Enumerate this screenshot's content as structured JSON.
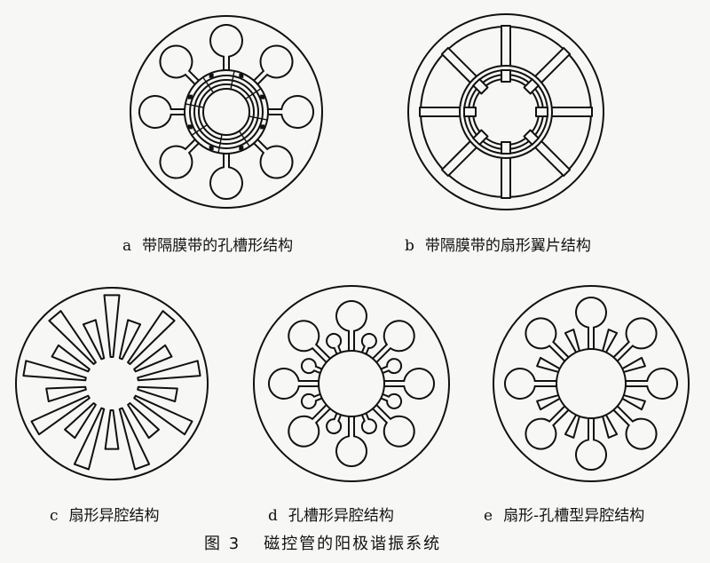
{
  "figure": {
    "label": "图 3",
    "title": "磁控管的阳极谐振系统"
  },
  "panels": [
    {
      "id": "a",
      "letter": "a",
      "caption": "带隔膜带的孔槽形结构"
    },
    {
      "id": "b",
      "letter": "b",
      "caption": "带隔膜带的扇形翼片结构"
    },
    {
      "id": "c",
      "letter": "c",
      "caption": "扇形异腔结构"
    },
    {
      "id": "d",
      "letter": "d",
      "caption": "孔槽形异腔结构"
    },
    {
      "id": "e",
      "letter": "e",
      "caption": "扇形-孔槽型异腔结构"
    }
  ],
  "colors": {
    "ink": "#111111",
    "paper": "#f7f7f5"
  }
}
